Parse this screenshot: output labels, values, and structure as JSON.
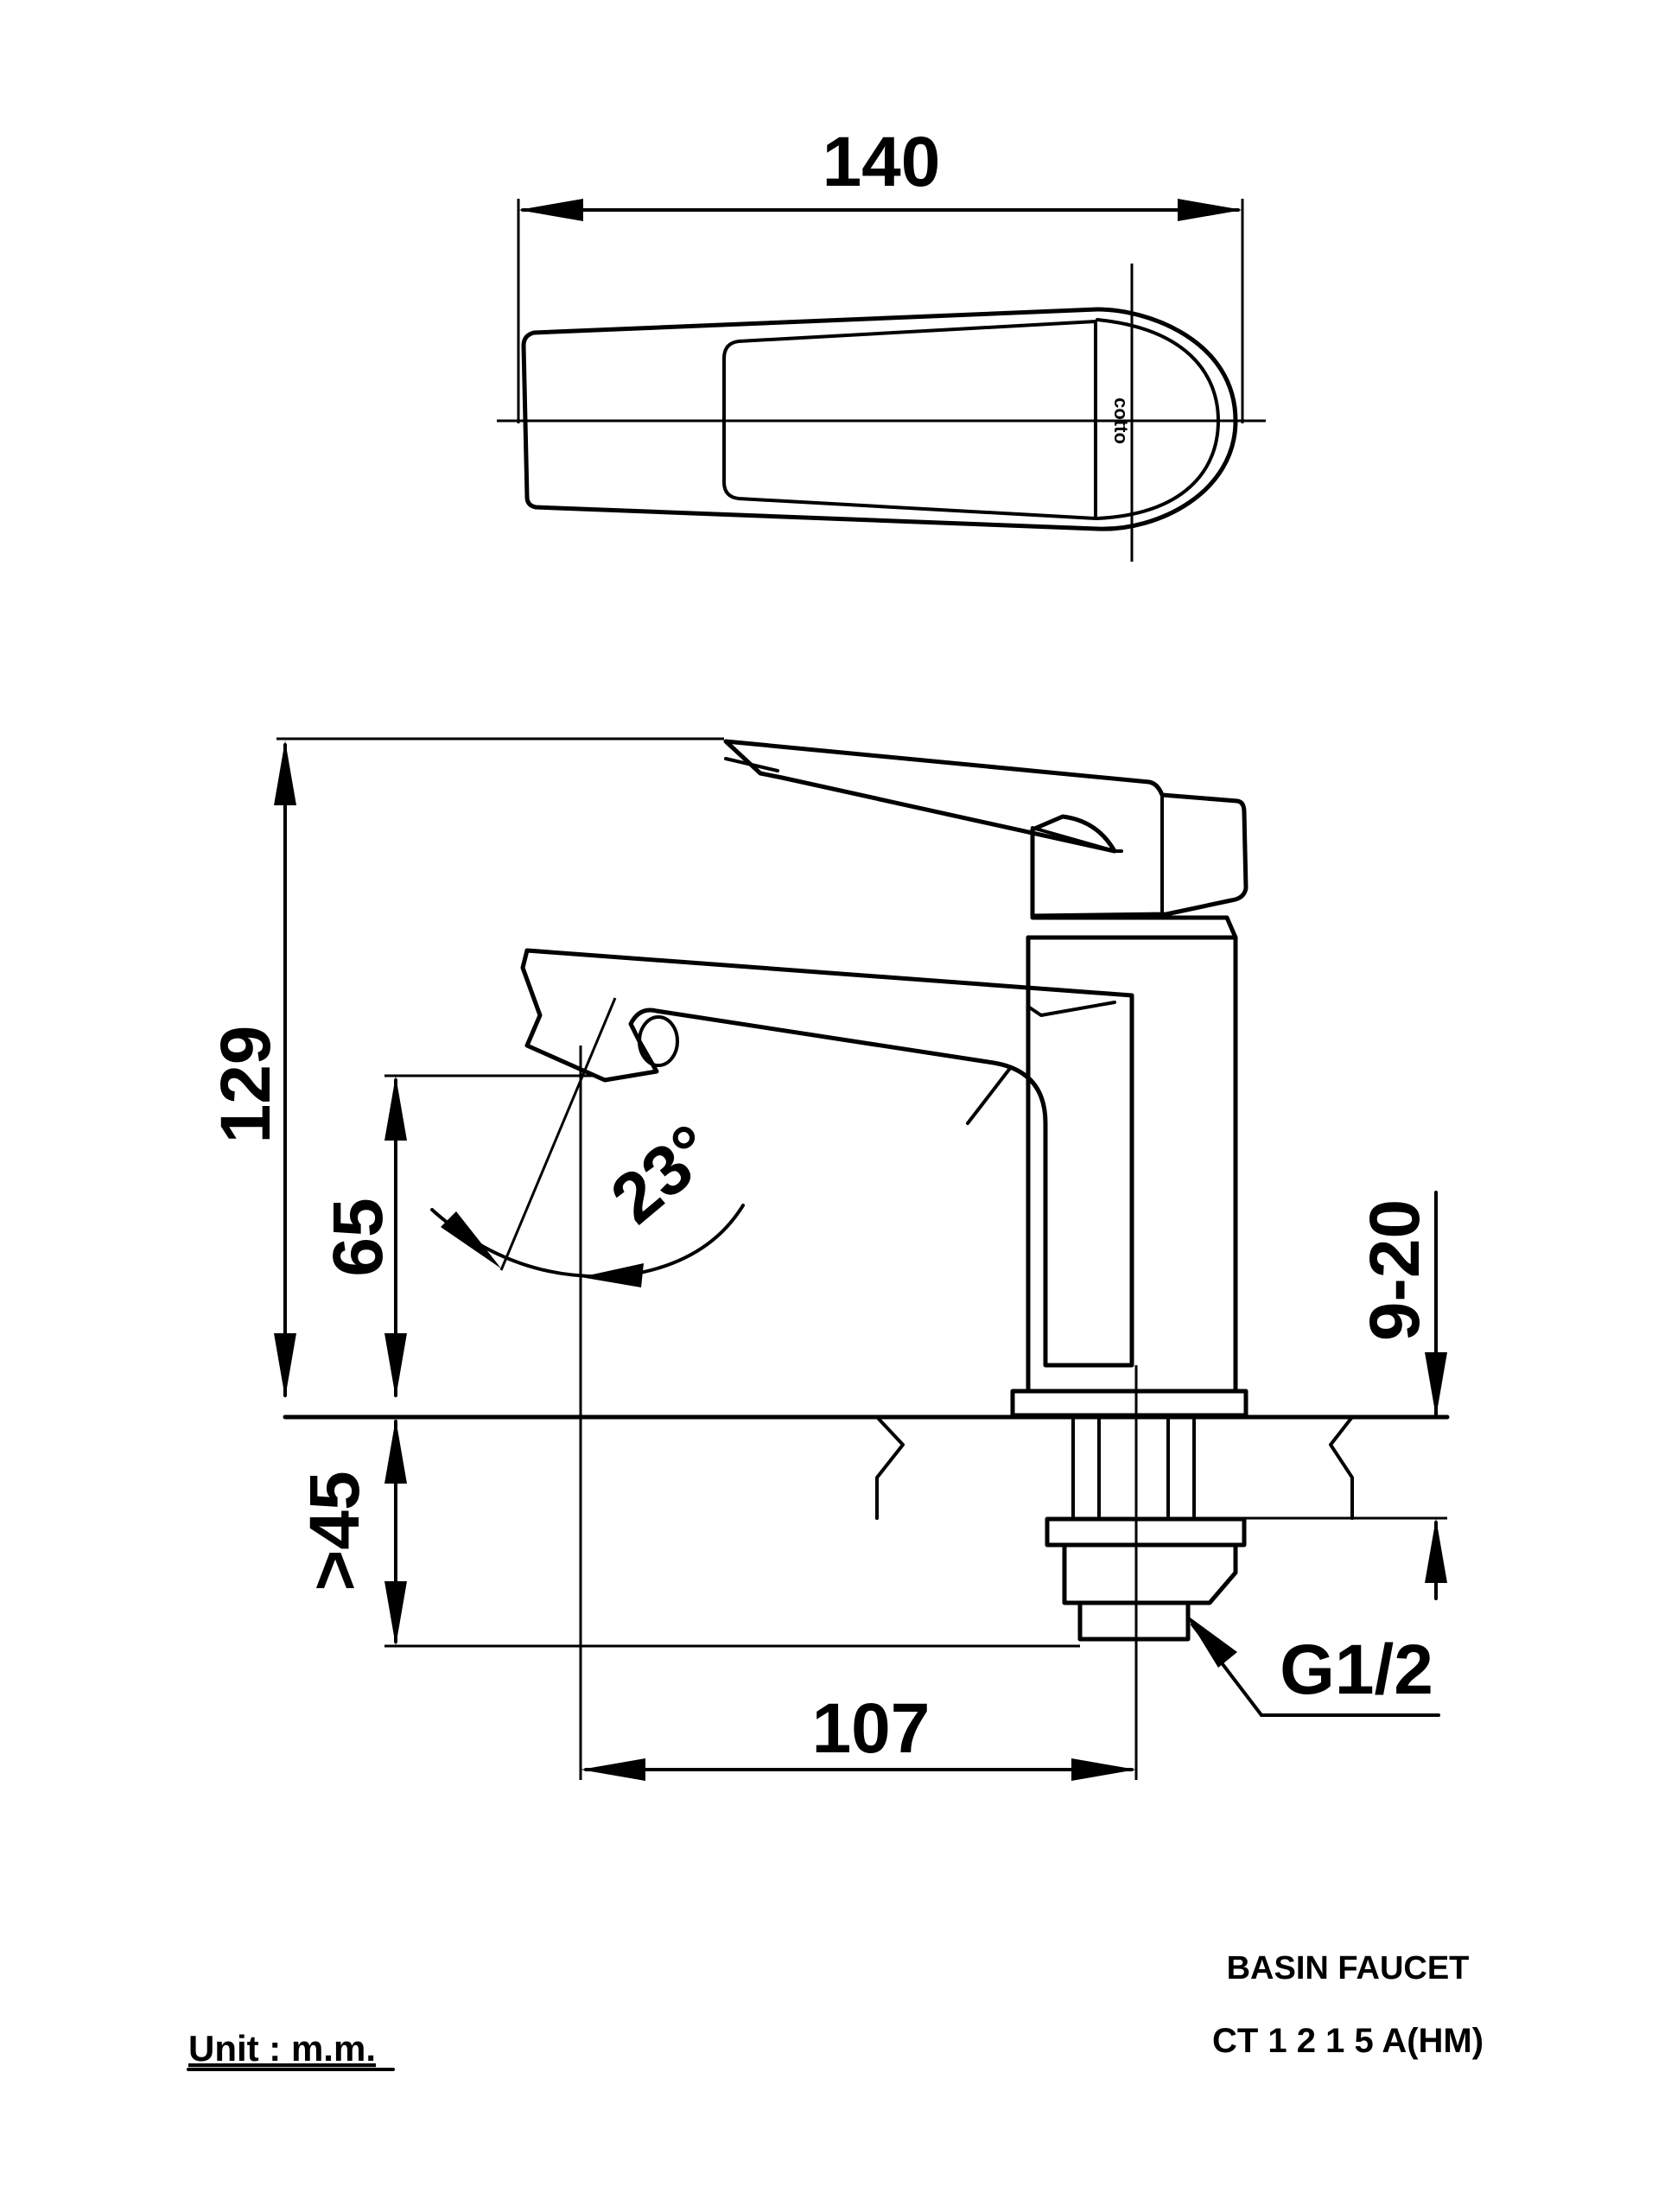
{
  "dimensions": {
    "total_width": "140",
    "total_height": "129",
    "spout_height": "65",
    "spout_angle": "23°",
    "counter_thickness": "9-20",
    "shank_length": ">45",
    "spout_reach": "107",
    "thread": "G1/2"
  },
  "logo_text": "cotto",
  "unit": "Unit : m.m.",
  "product": {
    "name": "BASIN FAUCET",
    "model": "CT 1 2 1 5 A(HM)"
  }
}
